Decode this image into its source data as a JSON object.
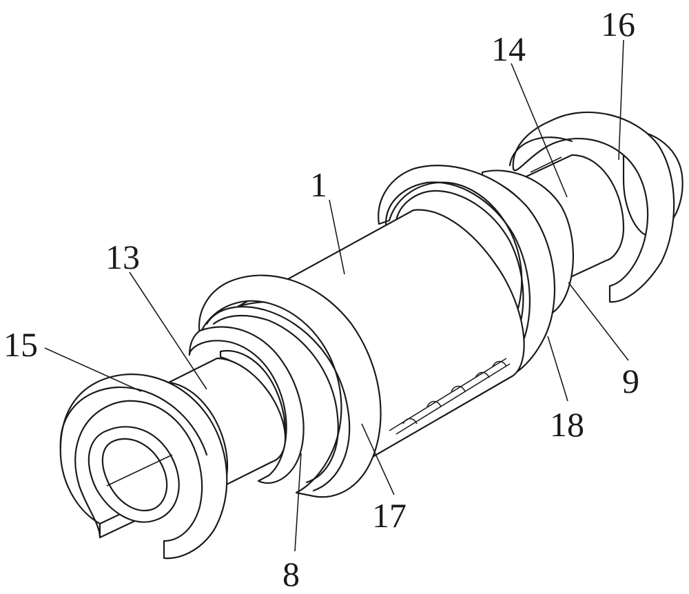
{
  "figure": {
    "labels": [
      {
        "id": "label-1",
        "text": "1"
      },
      {
        "id": "label-8",
        "text": "8"
      },
      {
        "id": "label-9",
        "text": "9"
      },
      {
        "id": "label-13",
        "text": "13"
      },
      {
        "id": "label-14",
        "text": "14"
      },
      {
        "id": "label-15",
        "text": "15"
      },
      {
        "id": "label-16",
        "text": "16"
      },
      {
        "id": "label-17",
        "text": "17"
      },
      {
        "id": "label-18",
        "text": "18"
      }
    ]
  }
}
